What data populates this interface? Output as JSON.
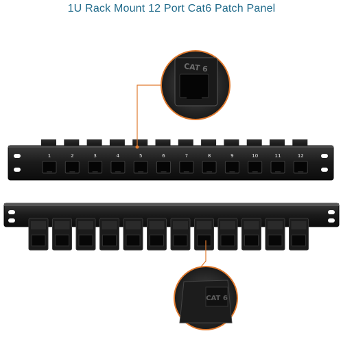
{
  "header": {
    "title": "1U Rack Mount 12 Port Cat6 Patch Panel"
  },
  "panel_front": {
    "port_labels": [
      "1",
      "2",
      "3",
      "4",
      "5",
      "6",
      "7",
      "8",
      "9",
      "10",
      "11",
      "12"
    ],
    "callout_keystone_label": "CAT 6"
  },
  "panel_rear": {
    "port_count": 12,
    "callout_keystone_label": "CAT 6"
  },
  "colors": {
    "title": "#1f6a8a",
    "callout_ring": "#e07a2e",
    "panel": "#1c1c1c",
    "port_label": "#e6e6e6"
  },
  "icons": [
    "front-patch-panel-image",
    "rear-patch-panel-image",
    "keystone-closeup-image"
  ]
}
